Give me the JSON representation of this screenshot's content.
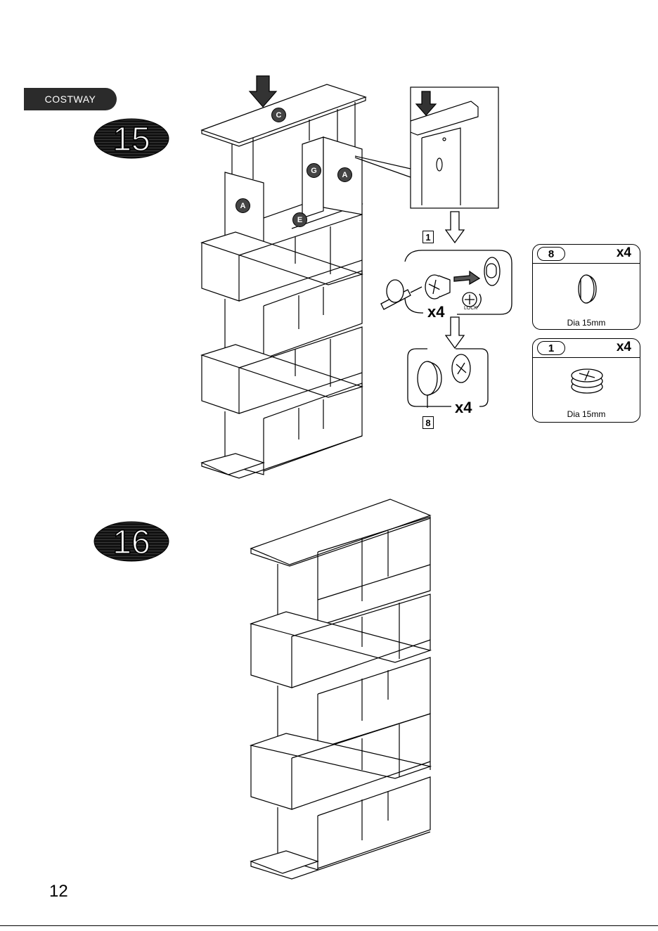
{
  "brand": "COSTWAY",
  "page_number": "12",
  "steps": [
    {
      "number": "15"
    },
    {
      "number": "16"
    }
  ],
  "panel_labels": [
    "C",
    "G",
    "A",
    "A",
    "E"
  ],
  "callouts": {
    "lock_step_part": "1",
    "lock_qty": "x4",
    "lock_text": "LOCK",
    "cap_step_part": "8",
    "cap_qty": "x4"
  },
  "parts": [
    {
      "number": "8",
      "qty": "x4",
      "desc": "Dia 15mm",
      "icon": "cap-icon"
    },
    {
      "number": "1",
      "qty": "x4",
      "desc": "Dia 15mm",
      "icon": "cam-lock-icon"
    }
  ]
}
